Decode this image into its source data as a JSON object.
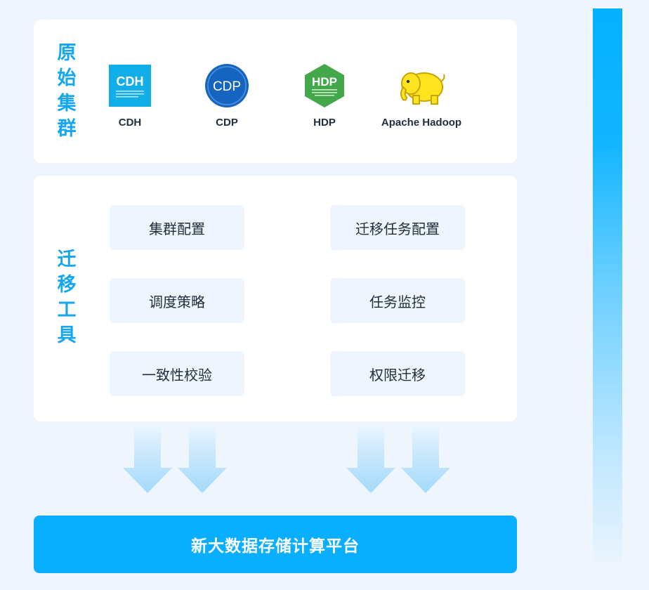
{
  "clusters": {
    "label_chars": [
      "原",
      "始",
      "集",
      "群"
    ],
    "items": [
      {
        "name": "CDH",
        "icon": "cdh-logo",
        "logo_text": "CDH"
      },
      {
        "name": "CDP",
        "icon": "cdp-logo",
        "logo_text": "CDP"
      },
      {
        "name": "HDP",
        "icon": "hdp-logo",
        "logo_text": "HDP"
      },
      {
        "name": "Apache Hadoop",
        "icon": "hadoop-elephant-logo"
      }
    ]
  },
  "tools": {
    "label_chars": [
      "迁",
      "移",
      "工",
      "具"
    ],
    "items": [
      "集群配置",
      "迁移任务配置",
      "调度策略",
      "任务监控",
      "一致性校验",
      "权限迁移"
    ]
  },
  "platform": {
    "label": "新大数据存储计算平台"
  },
  "colors": {
    "background": "#eef5fd",
    "accent": "#0aaeff",
    "label": "#14a7f0",
    "cdh": "#11aee8",
    "cdp": "#1565c0",
    "hdp": "#43a84a",
    "hadoop": "#ffe41f"
  }
}
